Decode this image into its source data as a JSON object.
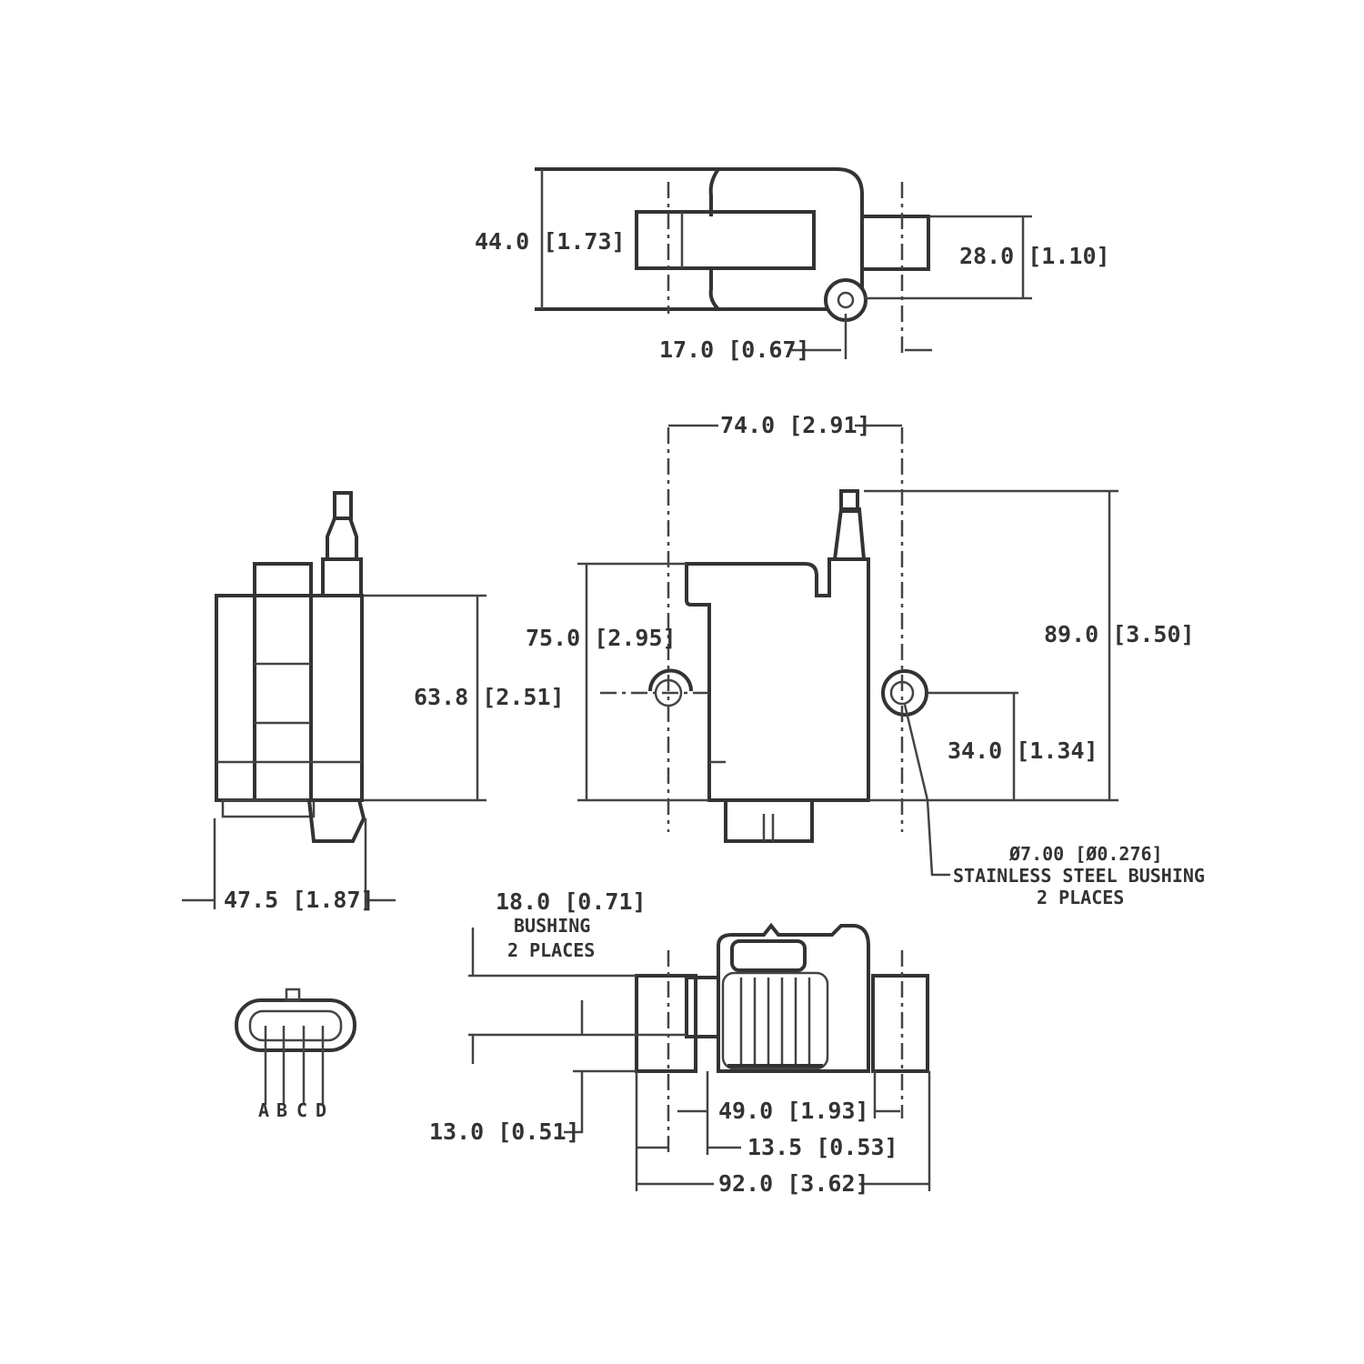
{
  "top_view": {
    "width": "44.0 [1.73]",
    "tab_height": "28.0 [1.10]",
    "offset": "17.0 [0.67]"
  },
  "front_view": {
    "hole_spacing": "74.0 [2.91]",
    "body_height": "75.0 [2.95]",
    "overall_height": "89.0 [3.50]",
    "hole_height": "34.0 [1.34]",
    "bushing_note": [
      "Ø7.00 [Ø0.276]",
      "STAINLESS STEEL BUSHING",
      "2 PLACES"
    ]
  },
  "side_view": {
    "height": "63.8 [2.51]",
    "depth": "47.5 [1.87]"
  },
  "connector": {
    "pins": [
      "A",
      "B",
      "C",
      "D"
    ]
  },
  "bottom_view": {
    "bushing_note": [
      "18.0 [0.71]",
      "BUSHING",
      "2 PLACES"
    ],
    "offset": "13.0 [0.51]",
    "connector_width": "49.0 [1.93]",
    "bushing_offset": "13.5 [0.53]",
    "overall_width": "92.0 [3.62]"
  }
}
